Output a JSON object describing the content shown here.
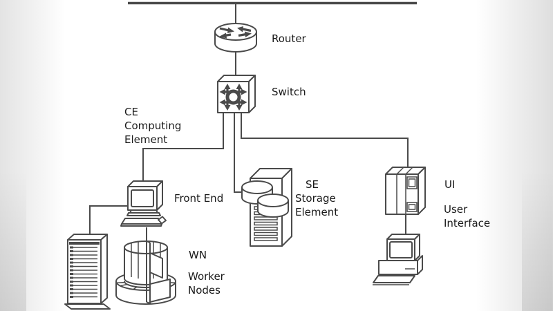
{
  "colors": {
    "line": "#4a4a4a",
    "text": "#1a1a1a",
    "background": "#ffffff"
  },
  "nodes": {
    "router": {
      "label": "Router",
      "icon": "router-icon"
    },
    "switch": {
      "label": "Switch",
      "icon": "switch-icon"
    },
    "ce": {
      "abbr": "CE",
      "label": "Computing\nElement"
    },
    "front_end": {
      "label": "Front End",
      "icon": "desktop-computer-icon"
    },
    "se": {
      "abbr": "SE",
      "label": "Storage\nElement",
      "icon": "storage-server-icon"
    },
    "wn": {
      "abbr": "WN",
      "label": "Worker\nNodes",
      "icon": "worker-nodes-cluster-icon"
    },
    "ui": {
      "abbr": "UI",
      "label": "User\nInterface",
      "icon": "ui-server-icon"
    },
    "rack": {
      "icon": "rack-server-icon"
    },
    "workstation": {
      "icon": "workstation-icon"
    }
  },
  "connections": [
    "backbone - router",
    "router - switch",
    "switch - front-end (CE)",
    "switch - storage-element (SE)",
    "switch - user-interface (UI)",
    "rack-server - front-end",
    "front-end - worker-nodes (WN)",
    "user-interface - workstation"
  ]
}
